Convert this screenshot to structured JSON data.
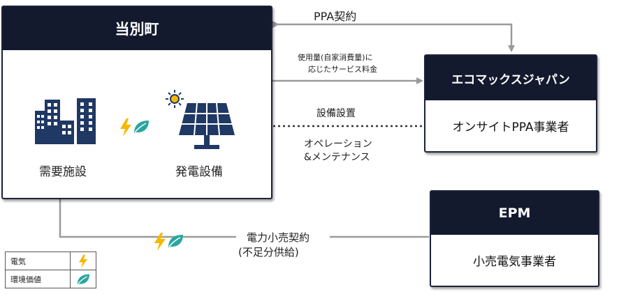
{
  "town": {
    "title": "当別町",
    "facility_label": "需要施設",
    "generator_label": "発電設備"
  },
  "ecomax": {
    "title": "エコマックスジャパン",
    "subtitle": "オンサイトPPA事業者"
  },
  "epm": {
    "title": "EPM",
    "subtitle": "小売電気事業者"
  },
  "flows": {
    "ppa_contract": "PPA契約",
    "fee_line1": "使用量(自家消費量)に",
    "fee_line2": "応じたサービス料金",
    "installation": "設備設置",
    "ops_line1": "オペレーション",
    "ops_line2": "&メンテナンス",
    "supply_line1": "電力小売契約",
    "supply_line2": "(不足分供給)"
  },
  "legend": {
    "electricity": "電気",
    "env_value": "環境価値"
  },
  "colors": {
    "navy": "#131a2e",
    "icon_navy": "#1f3864",
    "bolt": "#f5b800",
    "leaf": "#2aa6a0",
    "connector": "#9a9a9a",
    "dotted": "#333333"
  }
}
